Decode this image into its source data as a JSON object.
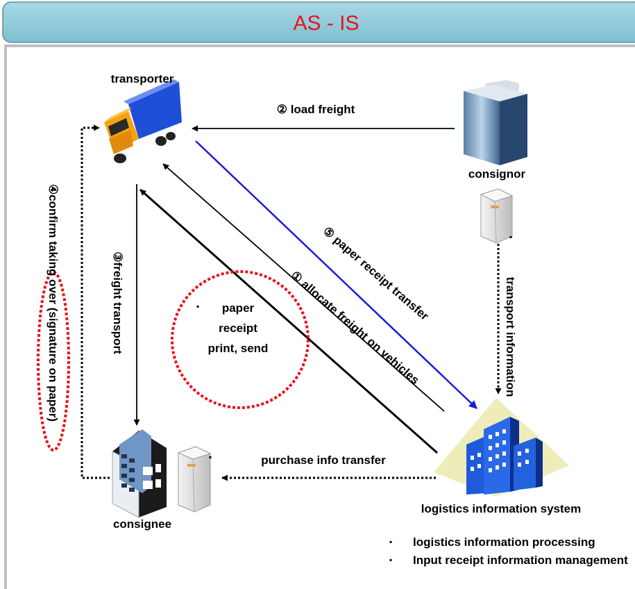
{
  "header": {
    "title": "AS - IS",
    "bar_color": "#8fcad8",
    "title_color": "#e8131b"
  },
  "nodes": {
    "transporter": "transporter",
    "consignor": "consignor",
    "consignee": "consignee",
    "lis": "logistics information system"
  },
  "flows": {
    "load_freight": "② load freight",
    "freight_transport": "③freight transport",
    "confirm": "④confirm taking over (signature on paper)",
    "paper_transfer": "⑤ paper receipt transfer",
    "allocate": "① allocate freight on vehicles",
    "transport_info": "transport information",
    "purchase_info": "purchase info transfer"
  },
  "note": {
    "bullet": "▪",
    "lines": [
      "paper",
      "receipt",
      "print, send"
    ],
    "circle_color": "#e8131b"
  },
  "bullets": [
    "logistics information processing",
    "Input receipt information management"
  ],
  "icons": [
    "truck-icon",
    "office-building-icon",
    "server-icon",
    "consignee-building-icon",
    "blue-city-buildings-icon"
  ],
  "colors": {
    "blue_arrow": "#1a1adb",
    "red_dotted": "#e8131b"
  }
}
